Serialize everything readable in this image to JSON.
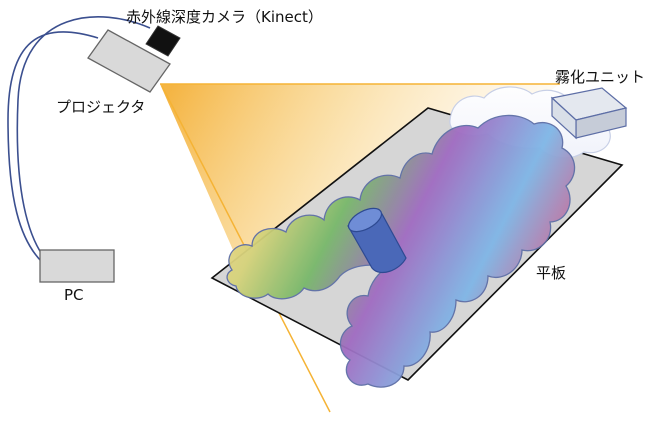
{
  "labels": {
    "camera": "赤外線深度カメラ（Kinect）",
    "projector": "プロジェクタ",
    "fog_unit": "霧化ユニット",
    "pc": "PC",
    "plate": "平板"
  },
  "colors": {
    "cable": "#3b4f8f",
    "device_fill": "#d9d9d9",
    "device_stroke": "#666666",
    "camera_fill": "#111111",
    "beam": "#f5b335",
    "plate_fill": "#d6d6d6",
    "plate_stroke": "#111111",
    "cloud_stroke": "#5d6ea6",
    "cylinder": "#4a68b8",
    "fog_unit_fill": "#d9dfe8"
  }
}
